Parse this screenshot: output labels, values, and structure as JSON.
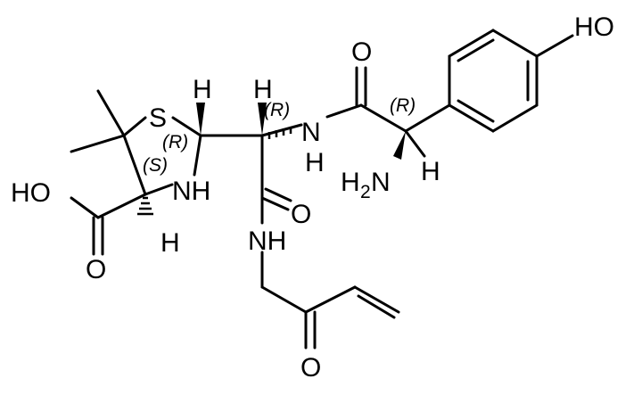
{
  "molecule": {
    "atom_labels": {
      "sulfur": "S",
      "h_c5": "H",
      "h_alpha": "H",
      "amide_nh_n": "N",
      "amide_nh_h": "H",
      "amide_o_top": "O",
      "stereo_r_right": "(R)",
      "hydroxyl": "HO",
      "stereo_r_left": "(R)",
      "stereo_r_ring": "(R)",
      "stereo_s_ring": "(S)",
      "acid_ho": "HO",
      "ring_nh": "NH",
      "h_c3": "H",
      "acid_o": "O",
      "amide_o_mid": "O",
      "amide2_nh": "NH",
      "amine_h": "H",
      "amine_sub": "2",
      "amine_n": "N",
      "h_chiral_right": "H",
      "ketone_o": "O"
    },
    "colors": {
      "ink": "#000000",
      "background": "#ffffff"
    }
  }
}
